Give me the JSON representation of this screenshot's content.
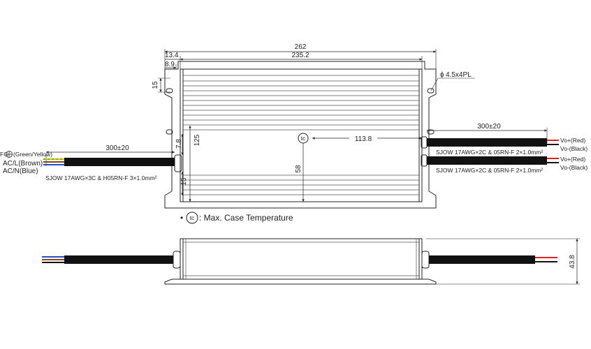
{
  "top_view": {
    "dims": {
      "overall_length": "262",
      "body_length": "235.2",
      "flange_offset": "13.4",
      "hole_offset": "8.9",
      "hole_spec": "4.5x4PL",
      "hole_symbol": "ϕ",
      "flange_height": "15",
      "body_width": "125",
      "cable_offset": "7.8",
      "bottom_offset": "15",
      "tc_height": "58",
      "tc_position": "113.8",
      "input_cable_length": "300±20",
      "output_cable_length": "300±20"
    },
    "tc_marker": "tc",
    "input": {
      "fg_label": "FG",
      "fg_color": "(Green/Yellow)",
      "line_label": "AC/L(Brown)",
      "neutral_label": "AC/N(Blue)",
      "cable_spec": "SJOW 17AWG×3C & H05RN-F 3×1.0mm²"
    },
    "outputs": [
      {
        "pos_label": "Vo+(Red)",
        "neg_label": "Vo-(Black)",
        "cable_spec": "SJOW 17AWG×2C & 05RN-F 2×1.0mm²"
      },
      {
        "pos_label": "Vo+(Red)",
        "neg_label": "Vo-(Black)",
        "cable_spec": "SJOW 17AWG×2C & 05RN-F 2×1.0mm²"
      }
    ]
  },
  "legend": {
    "bullet": "•",
    "symbol": "tc",
    "text": ": Max. Case Temperature"
  },
  "side_view": {
    "height_dim": "43.8"
  },
  "colors": {
    "line": "#222222",
    "wire_red": "#e02020",
    "wire_black": "#111111",
    "wire_brown": "#8b4513",
    "wire_blue": "#1e50d0",
    "wire_yellow": "#d4c000",
    "wire_green": "#2a9a2a"
  }
}
